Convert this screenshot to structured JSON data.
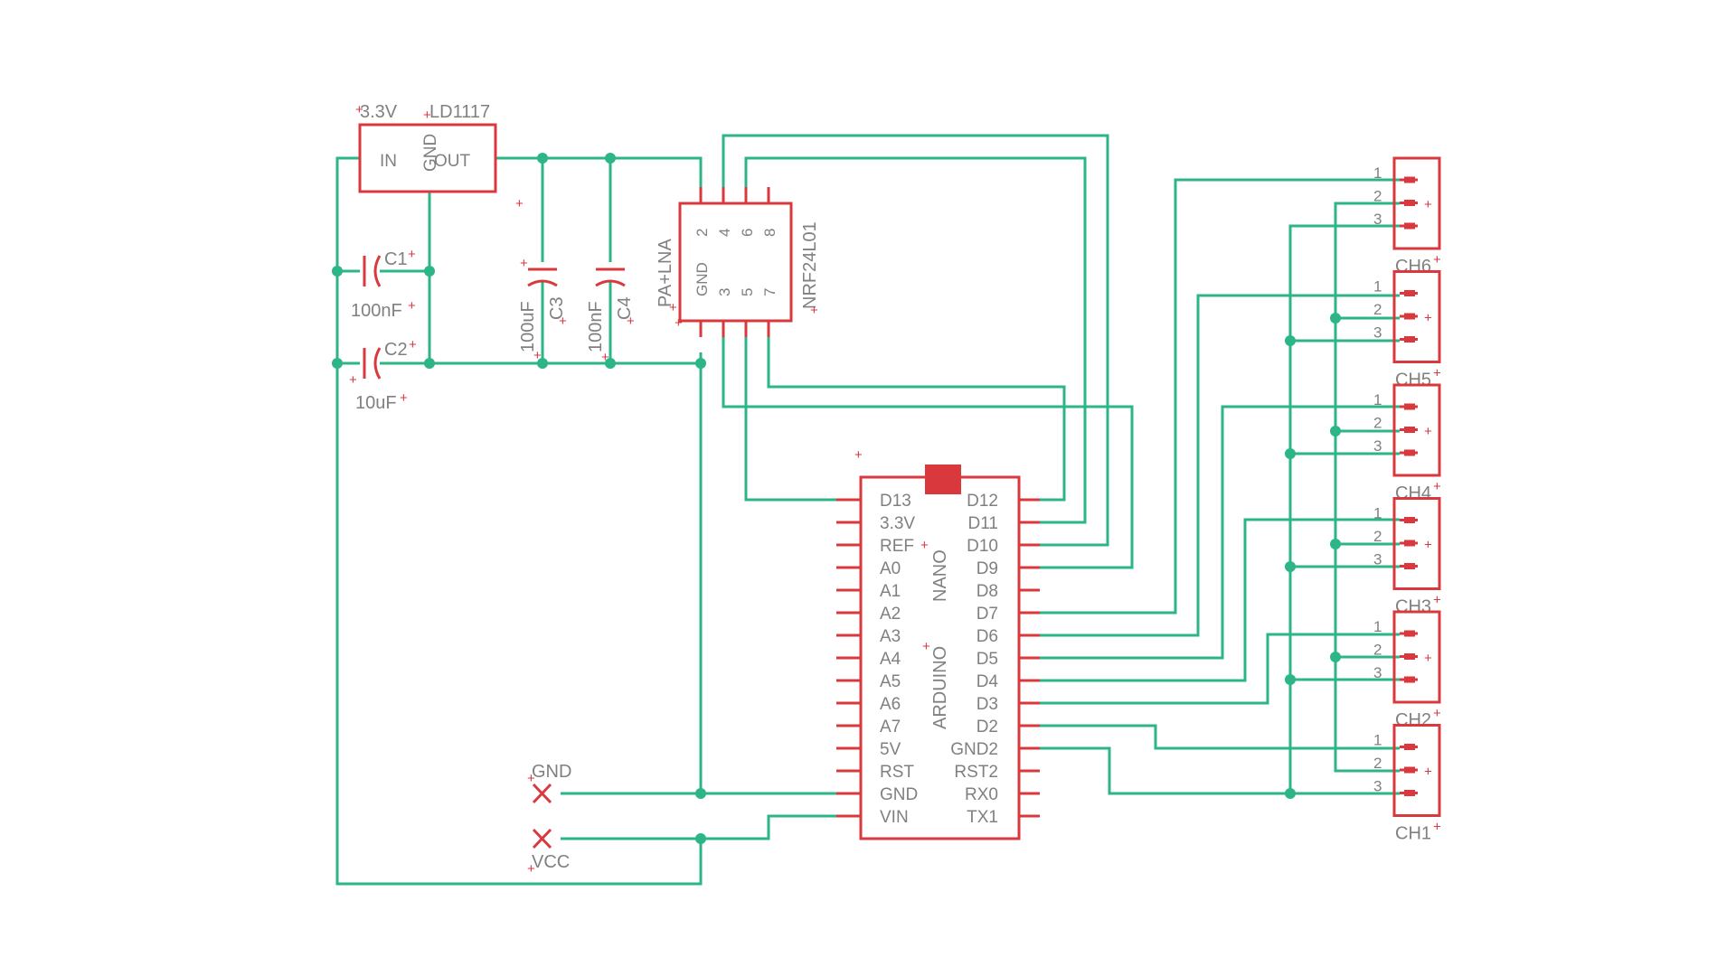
{
  "regulator": {
    "name": "LD1117",
    "value": "3.3V",
    "pin_in": "IN",
    "pin_gnd": "GND",
    "pin_out": "OUT"
  },
  "capacitors": [
    {
      "name": "C1",
      "value": "100nF"
    },
    {
      "name": "C2",
      "value": "10uF"
    },
    {
      "name": "C3",
      "value": "100uF"
    },
    {
      "name": "C4",
      "value": "100nF"
    }
  ],
  "radio": {
    "name": "NRF24L01",
    "value": "PA+LNA",
    "gnd_label": "GND",
    "top_pins": [
      "2",
      "4",
      "6",
      "8"
    ],
    "bottom_pins": [
      "3",
      "5",
      "7"
    ]
  },
  "arduino": {
    "name": "NANO",
    "value": "ARDUINO",
    "left_pins": [
      "D13",
      "3.3V",
      "REF",
      "A0",
      "A1",
      "A2",
      "A3",
      "A4",
      "A5",
      "A6",
      "A7",
      "5V",
      "RST",
      "GND",
      "VIN"
    ],
    "right_pins": [
      "D12",
      "D11",
      "D10",
      "D9",
      "D8",
      "D7",
      "D6",
      "D5",
      "D4",
      "D3",
      "D2",
      "GND2",
      "RST2",
      "RX0",
      "TX1"
    ]
  },
  "terminals": {
    "gnd": "GND",
    "vcc": "VCC"
  },
  "connectors": {
    "names": [
      "CH6",
      "CH5",
      "CH4",
      "CH3",
      "CH2",
      "CH1"
    ],
    "pin_numbers": [
      "1",
      "2",
      "3"
    ]
  },
  "colors": {
    "wire": "#2cb586",
    "part": "#d9393c",
    "label": "#808080",
    "marker": "#d9393c"
  }
}
